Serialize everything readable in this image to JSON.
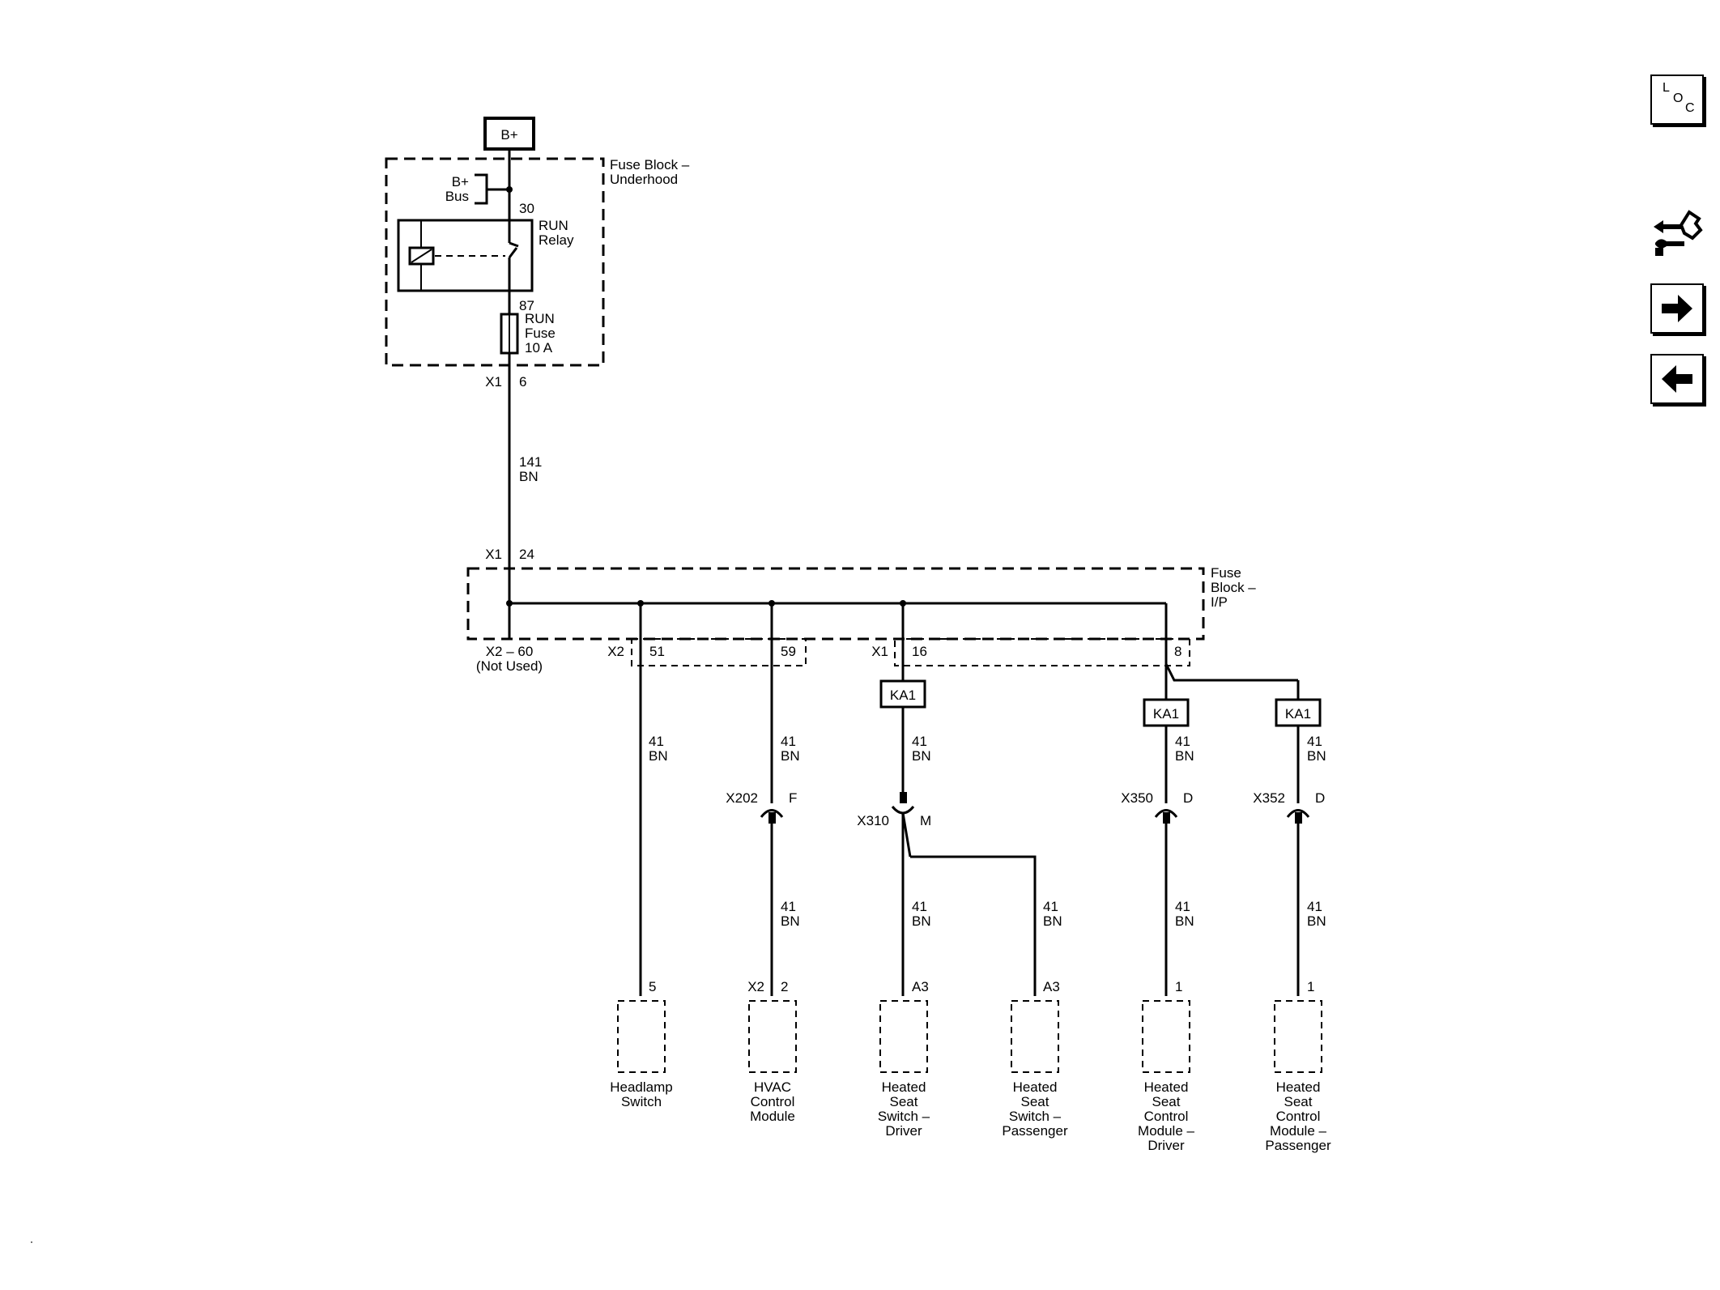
{
  "nav": {
    "loc_letters": [
      "L",
      "O",
      "C"
    ],
    "loc_icon": "loc-icon",
    "tool_icon": "component-location-tool-icon",
    "forward_icon": "arrow-right-icon",
    "back_icon": "arrow-left-icon"
  },
  "power": {
    "label": "B+"
  },
  "fuse_block_underhood": {
    "title": [
      "Fuse Block –",
      "Underhood"
    ],
    "bus_label": [
      "B+",
      "Bus"
    ],
    "relay_pin_30": "30",
    "relay_label": [
      "RUN",
      "Relay"
    ],
    "relay_pin_87": "87",
    "fuse_label": [
      "RUN",
      "Fuse",
      "10 A"
    ],
    "connector": "X1",
    "pin": "6"
  },
  "main_wire": {
    "circuit": "141",
    "color": "BN"
  },
  "fuse_block_ip": {
    "title": [
      "Fuse",
      "Block –",
      "I/P"
    ],
    "input_connector": "X1",
    "input_pin": "24",
    "unused_label": [
      "X2 – 60",
      "(Not Used)"
    ],
    "x2_connector": "X2",
    "x2_pins": [
      "51",
      "59"
    ],
    "x1_connector": "X1",
    "x1_pins": [
      "16",
      "8"
    ]
  },
  "splice": "KA1",
  "wire": {
    "circuit": "41",
    "color": "BN"
  },
  "inline_connectors": [
    {
      "name": "X202",
      "pin": "F"
    },
    {
      "name": "X310",
      "pin": "M"
    },
    {
      "name": "X350",
      "pin": "D"
    },
    {
      "name": "X352",
      "pin": "D"
    }
  ],
  "components": [
    {
      "pin_prefix": "",
      "pin": "5",
      "name": [
        "Headlamp",
        "Switch"
      ]
    },
    {
      "pin_prefix": "X2",
      "pin": "2",
      "name": [
        "HVAC",
        "Control",
        "Module"
      ]
    },
    {
      "pin_prefix": "",
      "pin": "A3",
      "name": [
        "Heated",
        "Seat",
        "Switch –",
        "Driver"
      ]
    },
    {
      "pin_prefix": "",
      "pin": "A3",
      "name": [
        "Heated",
        "Seat",
        "Switch –",
        "Passenger"
      ]
    },
    {
      "pin_prefix": "",
      "pin": "1",
      "name": [
        "Heated",
        "Seat",
        "Control",
        "Module –",
        "Driver"
      ]
    },
    {
      "pin_prefix": "",
      "pin": "1",
      "name": [
        "Heated",
        "Seat",
        "Control",
        "Module –",
        "Passenger"
      ]
    }
  ]
}
